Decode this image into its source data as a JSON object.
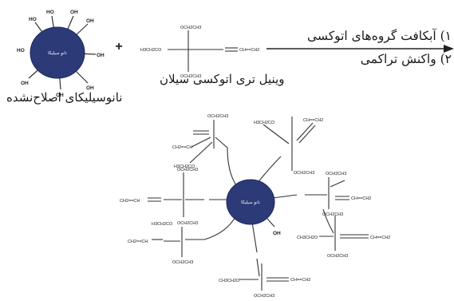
{
  "reactant": {
    "core_label": "نانو سیلیکا",
    "hydroxyl_label": "OH",
    "hydroxyl_label_alt": "HO",
    "caption": "نانوسیلیکای اصلاح‌نشده"
  },
  "plus_sign": "+",
  "silane": {
    "caption": "وینیل تری اتوکسی سیلان",
    "groups": {
      "top": "OCH2CH3",
      "left": "H3CH2CO",
      "right": "CH==CH2",
      "bottom": "OCH2CH3"
    }
  },
  "reaction": {
    "step1": "۱) آبکافت گروه‌های اتوکسی",
    "step2": "۲) واکنش تراکمی"
  },
  "product": {
    "core_label": "نانو سیلیکا",
    "oh_label": "OH",
    "labels": {
      "ethoxy": "OCH2CH3",
      "ethoxy_rev": "H3CH2CO",
      "ethoxy_left": "CH3CH2O",
      "vinyl": "CH==CH2",
      "vinyl_rev": "CH2==CH"
    }
  },
  "colors": {
    "core_fill": "#2c3a78",
    "core_edge": "#1e2a5e",
    "line": "#333333"
  }
}
